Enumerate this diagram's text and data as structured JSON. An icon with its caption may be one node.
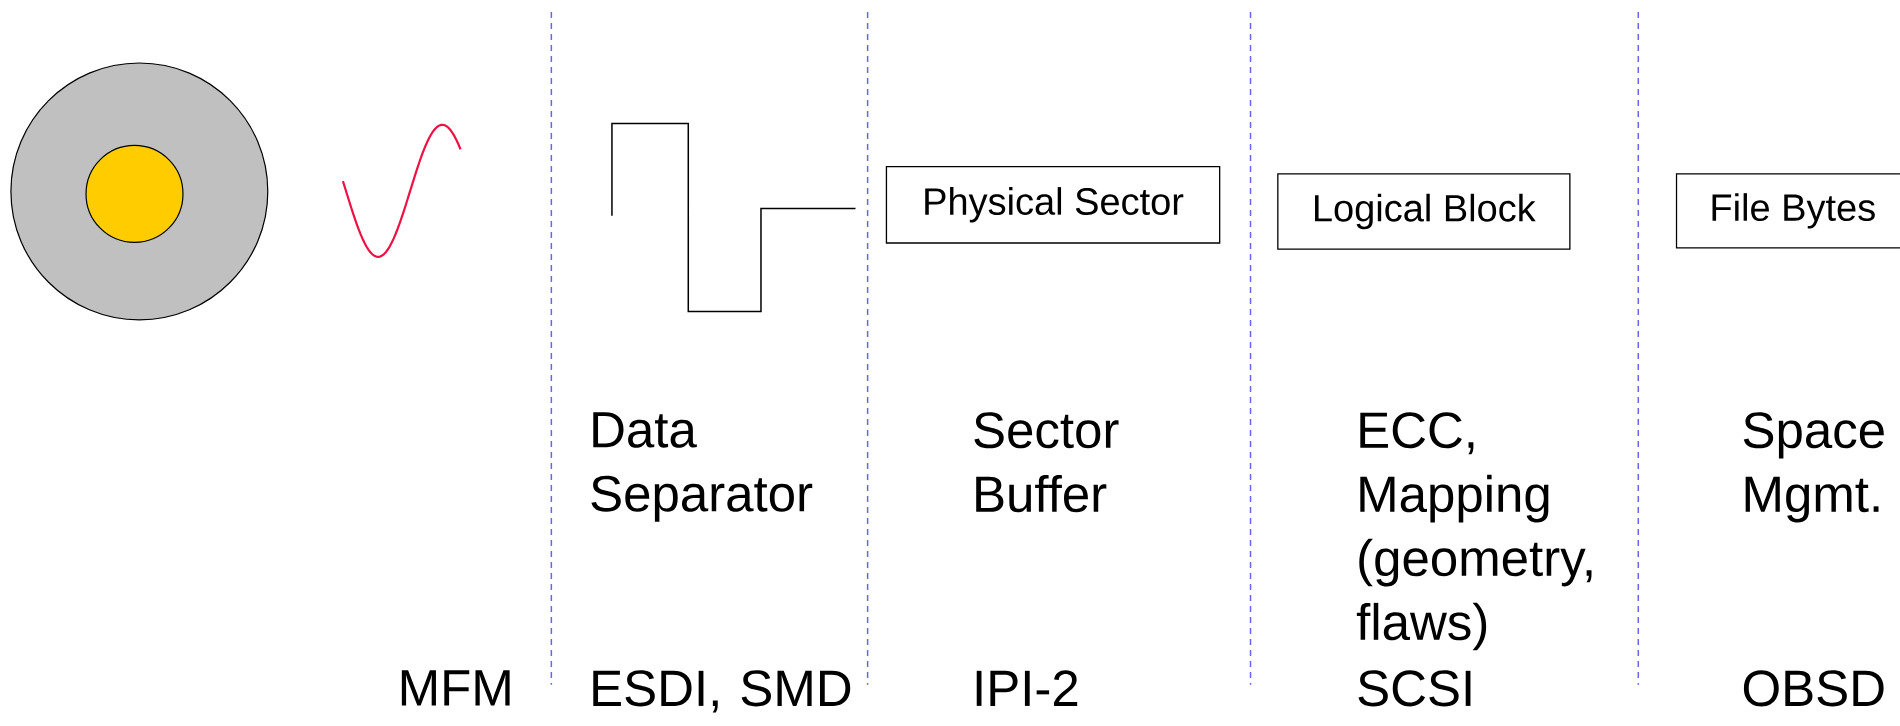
{
  "diagram": {
    "nodes": [
      {
        "text": [
          "Physical Sector"
        ]
      },
      {
        "text": [
          "Logical Block"
        ]
      },
      {
        "text": [
          "File Bytes"
        ]
      }
    ],
    "labels": [
      "Data Separator",
      "Sector Buffer",
      "ECC, Mapping (geometry, flaws)",
      "Space Mgmt.",
      "MFM",
      "ESDI, SMD",
      "IPI-2",
      "SCSI",
      "OBSD"
    ]
  }
}
